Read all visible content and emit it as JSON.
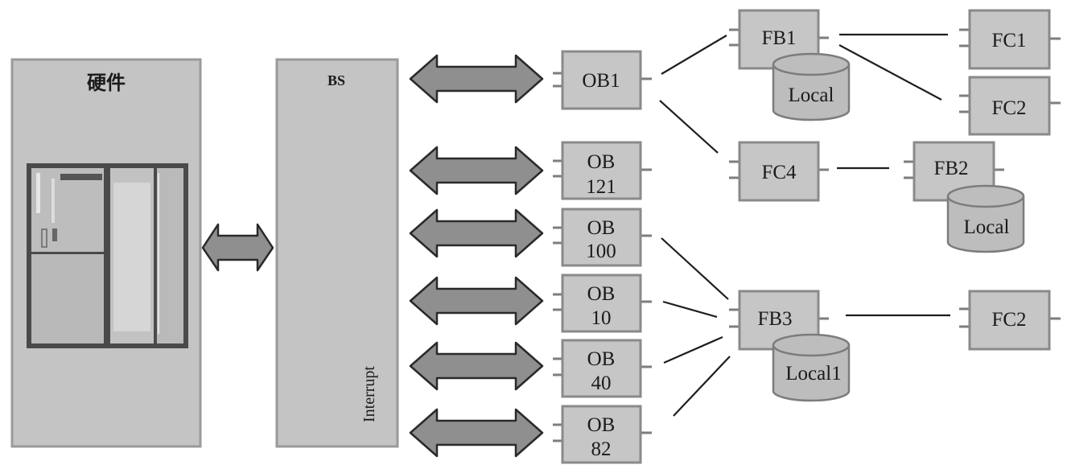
{
  "hardware": {
    "title": "硬件",
    "icon": "plc-hardware-icon"
  },
  "os": {
    "title": "BS",
    "interrupt_label": "Interrupt"
  },
  "ob_blocks": [
    {
      "id": "ob1",
      "line1": "OB1",
      "line2": ""
    },
    {
      "id": "ob121",
      "line1": "OB",
      "line2": "121"
    },
    {
      "id": "ob100",
      "line1": "OB",
      "line2": "100"
    },
    {
      "id": "ob10",
      "line1": "OB",
      "line2": "10"
    },
    {
      "id": "ob40",
      "line1": "OB",
      "line2": "40"
    },
    {
      "id": "ob82",
      "line1": "OB",
      "line2": "82"
    }
  ],
  "fb_blocks": {
    "fb1": "FB1",
    "fc1": "FC1",
    "fc2_top": "FC2",
    "fc4": "FC4",
    "fb2": "FB2",
    "fb3": "FB3",
    "fc2_bottom": "FC2"
  },
  "local_stores": {
    "fb1_local": "Local",
    "fb2_local": "Local",
    "fb3_local": "Local1"
  },
  "connections": [
    [
      "ob1",
      "fb1"
    ],
    [
      "ob1",
      "fc4"
    ],
    [
      "fb1",
      "fc1"
    ],
    [
      "fb1",
      "fc2_top"
    ],
    [
      "fc4",
      "fb2"
    ],
    [
      "ob100",
      "fb3"
    ],
    [
      "ob10",
      "fb3"
    ],
    [
      "ob40",
      "fb3"
    ],
    [
      "ob82",
      "fb3"
    ],
    [
      "fb3",
      "fc2_bottom"
    ]
  ]
}
